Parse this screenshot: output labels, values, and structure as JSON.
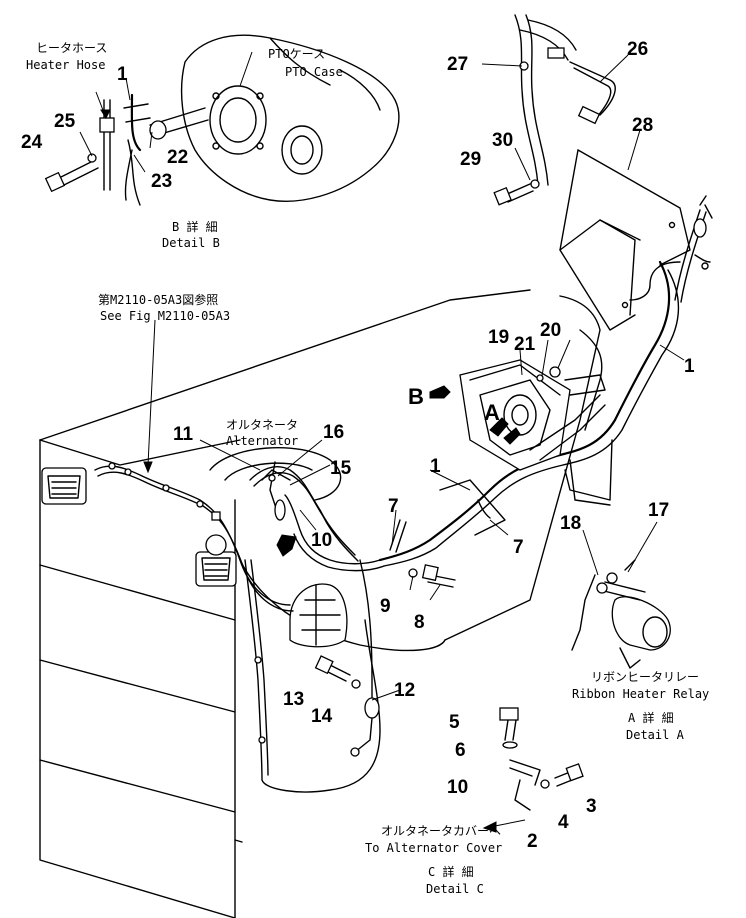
{
  "part_numbers": [
    "1",
    "2",
    "3",
    "4",
    "5",
    "6",
    "7",
    "8",
    "9",
    "10",
    "11",
    "12",
    "13",
    "14",
    "15",
    "16",
    "17",
    "18",
    "19",
    "20",
    "21",
    "22",
    "23",
    "24",
    "25",
    "26",
    "27",
    "28",
    "29",
    "30"
  ],
  "captions": {
    "heater_hose_jp": "ヒータホース",
    "heater_hose_en": "Heater Hose",
    "pto_case_jp": "PTOケース",
    "pto_case_en": "PTO Case",
    "detail_b_jp": "B 詳 細",
    "detail_b_en": "Detail B",
    "see_fig_jp": "第M2110-05A3図参照",
    "see_fig_en": "See Fig M2110-05A3",
    "alternator_jp": "オルタネータ",
    "alternator_en": "Alternator",
    "ribbon_relay_jp": "リボンヒータリレー",
    "ribbon_relay_en": "Ribbon Heater Relay",
    "detail_a_jp": "A 詳 細",
    "detail_a_en": "Detail A",
    "alt_cover_jp": "オルタネータカバーへ",
    "alt_cover_en": "To Alternator Cover",
    "detail_c_jp": "C 詳 細",
    "detail_c_en": "Detail C"
  },
  "view_markers": {
    "b": "B",
    "a": "A"
  }
}
